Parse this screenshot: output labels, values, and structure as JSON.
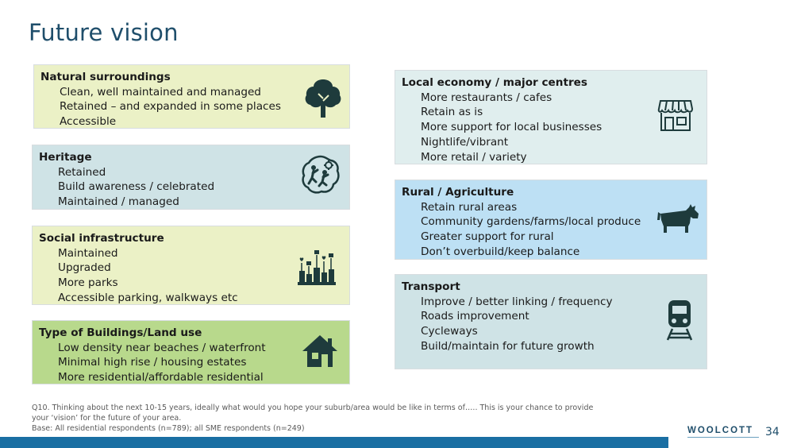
{
  "slide": {
    "title": "Future vision",
    "page_number": "34",
    "logo_text": "WOOLCOTT"
  },
  "cards": {
    "natural": {
      "heading": "Natural surroundings",
      "items": [
        "Clean, well maintained and managed",
        "Retained – and expanded in some places",
        "Accessible"
      ],
      "icon": "tree-icon",
      "color": "#ebf1c6"
    },
    "heritage": {
      "heading": "Heritage",
      "items": [
        "Retained",
        "Build awareness / celebrated",
        "Maintained / managed"
      ],
      "icon": "heritage-figures-icon",
      "color": "#cfe3e6"
    },
    "social": {
      "heading": "Social infrastructure",
      "items": [
        "Maintained",
        "Upgraded",
        "More parks",
        "Accessible parking, walkways etc"
      ],
      "icon": "community-icon",
      "color": "#ebf1c6"
    },
    "buildings": {
      "heading": "Type of Buildings/Land use",
      "items": [
        "Low density near beaches / waterfront",
        "Minimal high rise / housing estates",
        "More residential/affordable residential"
      ],
      "icon": "house-icon",
      "color": "#b8d98c"
    },
    "economy": {
      "heading": "Local economy / major centres",
      "items": [
        "More restaurants / cafes",
        "Retain as is",
        "More support for local businesses",
        "Nightlife/vibrant",
        "More retail / variety"
      ],
      "icon": "shop-icon",
      "color": "#e0eeee"
    },
    "rural": {
      "heading": "Rural / Agriculture",
      "items": [
        "Retain rural areas",
        "Community gardens/farms/local produce",
        "Greater support for rural",
        "Don’t overbuild/keep balance"
      ],
      "icon": "cow-icon",
      "color": "#bde0f4"
    },
    "transport": {
      "heading": "Transport",
      "items": [
        "Improve / better linking / frequency",
        "Roads improvement",
        "Cycleways",
        "Build/maintain for future growth"
      ],
      "icon": "train-icon",
      "color": "#cfe3e6"
    }
  },
  "footnote": {
    "line1": "Q10. Thinking about the next 10-15 years, ideally what would you hope your suburb/area would be like in terms of…..  This is your chance to provide",
    "line2": "your ‘vision’ for the future of your area.",
    "line3": "Base: All residential respondents (n=789); all SME respondents (n=249)"
  }
}
